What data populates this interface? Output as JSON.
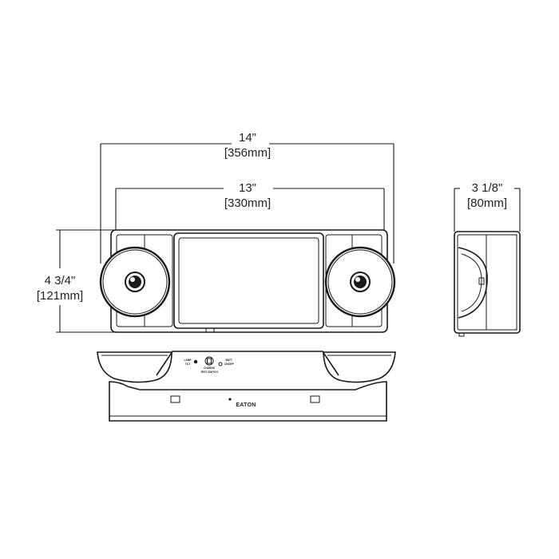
{
  "dimensions": {
    "overall_width_in": "14\"",
    "overall_width_mm": "[356mm]",
    "inner_width_in": "13\"",
    "inner_width_mm": "[330mm]",
    "height_in": "4 3/4\"",
    "height_mm": "[121mm]",
    "depth_in": "3 1/8\"",
    "depth_mm": "[80mm]"
  },
  "bottom_view_labels": {
    "lamp_tilt_line1": "LAMP",
    "lamp_tilt_line2": "TILT",
    "charge_label": "CHARGE",
    "test_switch_label": "TEST SWITCH",
    "batt_line1": "BATT.",
    "batt_line2": "ON/OFF",
    "brand_logo": "EATON"
  }
}
